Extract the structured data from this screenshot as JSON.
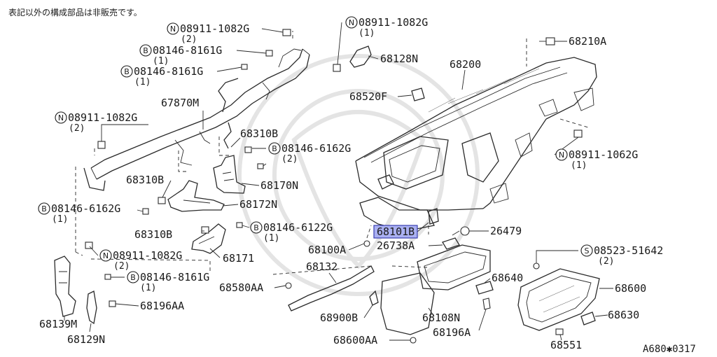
{
  "note": "表記以外の構成部品は非販売です。",
  "footer_code": "A680✱0317",
  "symbols": {
    "N": "N",
    "B": "B",
    "S": "S"
  },
  "labels": {
    "n_08911_1082g_2_top": {
      "code": "08911-1082G",
      "qty": "(2)"
    },
    "b_08146_8161g_1_a": {
      "code": "08146-8161G",
      "qty": "(1)"
    },
    "b_08146_8161g_1_b": {
      "code": "08146-8161G",
      "qty": "(1)"
    },
    "p_67870m": "67870M",
    "n_08911_1082g_2_left": {
      "code": "08911-1082G",
      "qty": "(2)"
    },
    "p_68310b_a": "68310B",
    "b_08146_6162g_2": {
      "code": "08146-6162G",
      "qty": "(2)"
    },
    "p_68170n": "68170N",
    "p_68310b_b": "68310B",
    "p_68172n": "68172N",
    "b_08146_6162g_1": {
      "code": "08146-6162G",
      "qty": "(1)"
    },
    "p_68310b_c": "68310B",
    "b_08146_6122g_1": {
      "code": "08146-6122G",
      "qty": "(1)"
    },
    "n_08911_1082g_2_low": {
      "code": "08911-1082G",
      "qty": "(2)"
    },
    "p_68171": "68171",
    "b_08146_8161g_1_low": {
      "code": "08146-8161G",
      "qty": "(1)"
    },
    "p_68196aa": "68196AA",
    "p_68139m": "68139M",
    "p_68129n": "68129N",
    "n_08911_1082g_1_mid": {
      "code": "08911-1082G",
      "qty": "(1)"
    },
    "p_68128n": "68128N",
    "p_68200": "68200",
    "p_68210a": "68210A",
    "p_68520f": "68520F",
    "n_08911_1062g_1": {
      "code": "08911-1062G",
      "qty": "(1)"
    },
    "p_68101b": "68101B",
    "p_26479": "26479",
    "p_68100a": "68100A",
    "p_26738a": "26738A",
    "p_68132": "68132",
    "p_68580aa": "68580AA",
    "p_68900b": "68900B",
    "p_68600aa": "68600AA",
    "p_68108n": "68108N",
    "p_68196a": "68196A",
    "p_68640": "68640",
    "s_08523_51642_2": {
      "code": "08523-51642",
      "qty": "(2)"
    },
    "p_68600": "68600",
    "p_68630": "68630",
    "p_68551": "68551"
  },
  "highlight_color": "#aab0f2"
}
